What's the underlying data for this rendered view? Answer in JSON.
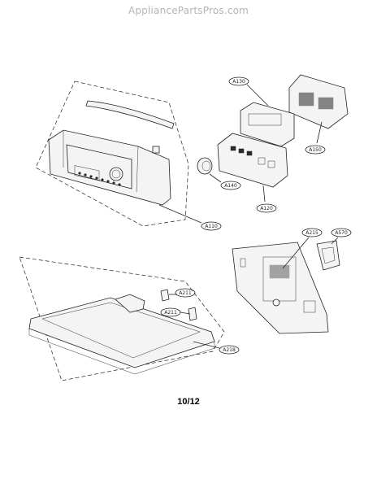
{
  "header": {
    "watermark": "AppliancePartsPros.com"
  },
  "footer": {
    "page_number": "10/12"
  },
  "callouts": [
    {
      "id": "a130",
      "label": "A130"
    },
    {
      "id": "a150",
      "label": "A150"
    },
    {
      "id": "a140",
      "label": "A140"
    },
    {
      "id": "a120",
      "label": "A120"
    },
    {
      "id": "a110",
      "label": "A110"
    },
    {
      "id": "a215",
      "label": "A215"
    },
    {
      "id": "a570",
      "label": "A570"
    },
    {
      "id": "a211a",
      "label": "A211"
    },
    {
      "id": "a211b",
      "label": "A211"
    },
    {
      "id": "a218",
      "label": "A218"
    }
  ]
}
